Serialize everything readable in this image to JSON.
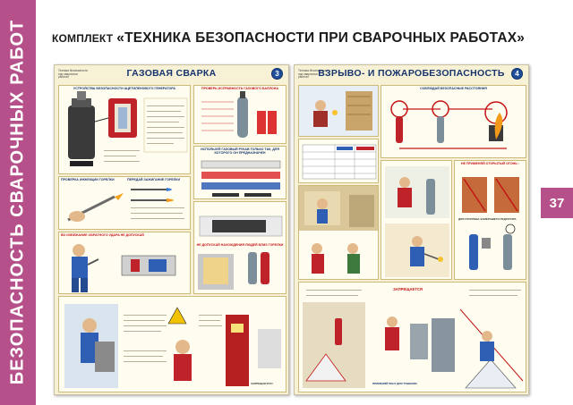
{
  "sidebar": {
    "text": "БЕЗОПАСНОСТЬ СВАРОЧНЫХ РАБОТ"
  },
  "header": {
    "kit_word": "КОМПЛЕКТ",
    "title": "«ТЕХНИКА БЕЗОПАСНОСТИ ПРИ СВАРОЧНЫХ РАБОТАХ»"
  },
  "page_number": "37",
  "posters": [
    {
      "series": "Техника безопасности при сварочных работах",
      "title": "ГАЗОВАЯ СВАРКА",
      "number": "3",
      "captions": {
        "acetylene": "УСТРОЙСТВА БЕЗОПАСНОСТИ АЦЕТИЛЕНОВОГО ГЕНЕРАТОРА",
        "cylinder": "ПРОВЕРЬ ИСПРАВНОСТЬ ГАЗОВОГО БАЛЛОНА",
        "hose": "ИСПОЛЬЗУЙ ГАЗОВЫЙ РУКАВ ТОЛЬКО ТАК, ДЛЯ КОТОРОГО ОН ПРЕДНАЗНАЧЕН",
        "torch": "ПРОВЕРКА ИНЖЕКЦИИ ГОРЕЛКИ",
        "backfire": "ПЕРЕДАЙ ЗАЖИГАНИЕ ГОРЕЛКИ",
        "no_flame": "ВО ИЗБЕЖАНИЕ ОБРАТНОГО УДАРА НЕ ДОПУСКАЙ",
        "distance": "НЕ ДОПУСКАЙ НАХОЖДЕНИЯ ЛЮДЕЙ БЛИЗ ГОРЕЛКИ",
        "forbidden": "ЗАПРЕЩАЕТСЯ !"
      }
    },
    {
      "series": "Техника безопасности при сварочных работах",
      "title": "ВЗРЫВО- И ПОЖАРОБЕЗОПАСНОСТЬ",
      "number": "4",
      "captions": {
        "distances": "СОБЛЮДАЙ БЕЗОПАСНЫЕ РАССТОЯНИЯ",
        "no_open_fire": "НЕ ПРИМЕНЯЙ ОТКРЫТЫЙ ОГОНЬ :",
        "warming": "ДЛЯ ОТОГРЕВА ЗАМЁРЗШЕГО РЕДУКТОРА",
        "forbidden": "ЗАПРЕЩАЕТСЯ",
        "extinguisher": "ПРИМЕНЯЙ ПЕНУ ДЛЯ ТУШЕНИЯ"
      }
    }
  ],
  "colors": {
    "sidebar": "#b6508a",
    "poster_bg": "#f7f2d6",
    "title_blue": "#17346e",
    "warning_red": "#c41414"
  }
}
